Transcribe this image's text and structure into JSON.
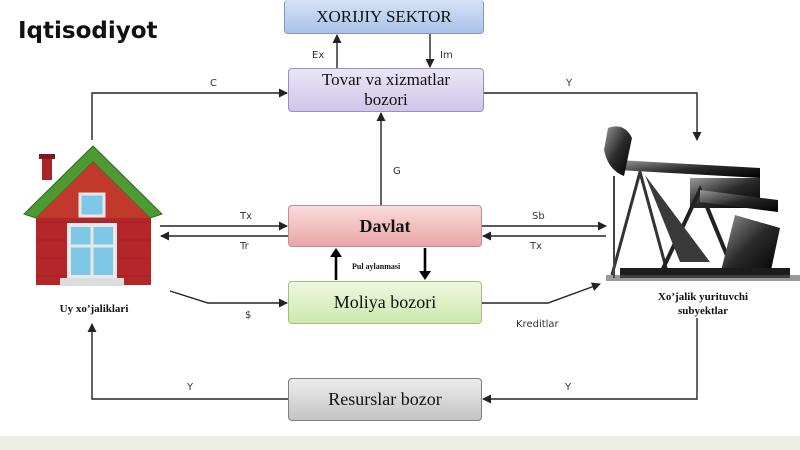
{
  "title": "Iqtisodiyot",
  "nodes": {
    "foreign_sector": "XORIJIY SEKTOR",
    "goods_market_line1": "Tovar va xizmatlar",
    "goods_market_line2": "bozori",
    "government": "Davlat",
    "financial_market": "Moliya bozori",
    "resource_market": "Resurslar bozor",
    "households": "Uy xo’jaliklari",
    "firms_line1": "Xo’jalik yurituvchi",
    "firms_line2": "subyektlar"
  },
  "flows": {
    "exports": "Ex",
    "imports": "Im",
    "consumption": "C",
    "income_goods": "Y",
    "government_spending": "G",
    "household_taxes": "Tx",
    "transfers": "Tr",
    "subsidies": "Sb",
    "firm_taxes": "Tx",
    "money_circulation": "Pul aylanmasi",
    "savings": "$",
    "credits": "Kreditlar",
    "income_resources_left": "Y",
    "income_resources_right": "Y"
  },
  "colors": {
    "foreign_sector": "#a9c2e8",
    "goods_market": "#cfc6ea",
    "government": "#eca6a6",
    "financial_market": "#cde8ad",
    "resource_market": "#c4c4c4",
    "house_wall": "#b5262a",
    "house_roof": "#4e9a32",
    "arrow": "#222222"
  },
  "icons": {
    "households": "house-icon",
    "firms": "oil-pump-icon"
  }
}
